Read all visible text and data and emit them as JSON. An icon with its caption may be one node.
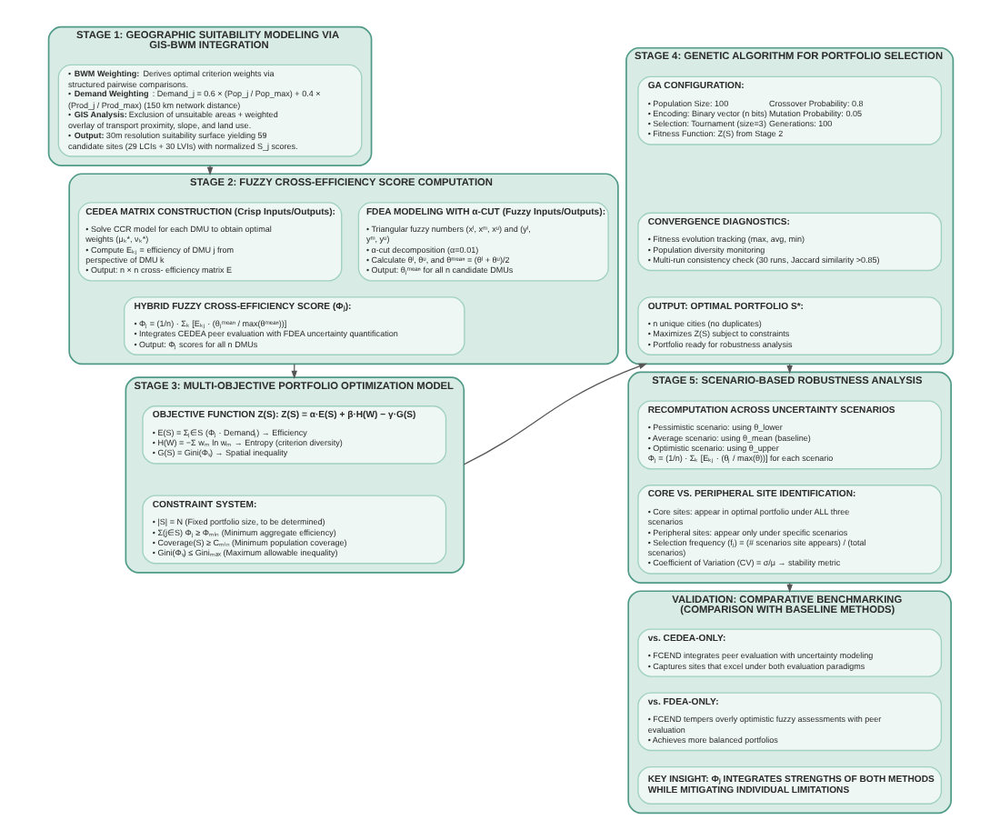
{
  "diagram": {
    "nodes": [
      {
        "text": [
          "STAGE 1: GEOGRAPHIC SUITABILITY MODELING VIA GIS-BWM INTEGRATION"
        ]
      },
      {
        "text": [
          "• **BWM Weighting:** Derives optimal criterion weights via structured pairwise comparisons.",
          "• **Demand Weighting**: Demand_j = 0.6 × (Pop_j / Pop_max) + 0.4 × (Prod_j / Prod_max) (150 km network distance)",
          "• **GIS Analysis:** Exclusion of unsuitable areas + weighted overlay of transport proximity, slope, and land use.",
          "• **Output:** 30m resolution suitability surface yielding 59 candidate sites (29 LCIs + 30 LVIs) with normalized S_j scores."
        ],
        "in": 0
      },
      {
        "text": [
          "STAGE 2: FUZZY CROSS-EFFICIENCY SCORE COMPUTATION"
        ]
      },
      {
        "text": [
          "CEDEA MATRIX CONSTRUCTION (Crisp Inputs/Outputs):",
          "• Solve CCR model for each DMU to obtain optimal weights (μₖ*, νₖ*)",
          "• Compute Eₖⱼ = efficiency of DMU j from perspective of DMU k",
          "• Output: n × n cross- efficiency matrix E"
        ],
        "in": 2
      },
      {
        "text": [
          "FDEA MODELING WITH α-CUT (Fuzzy Inputs/Outputs):",
          "• Triangular fuzzy numbers (xˡ, xᵐ, xᵘ) and (yˡ, yᵐ, yᵘ)",
          "• α-cut decomposition (α=0.01)",
          "• Calculate θˡ, θᵘ, and θᵐᵉᵃⁿ = (θˡ + θᵘ)/2",
          "• Output: θⱼᵐᵉᵃⁿ for all n candidate DMUs"
        ],
        "in": 2
      },
      {
        "text": [
          "HYBRID FUZZY CROSS-EFFICIENCY SCORE (Φⱼ):",
          "• Φⱼ = (1/n) · Σₖ [Eₖⱼ · (θⱼᵐᵉᵃⁿ / max(θᵐᵉᵃⁿ))]",
          "• Integrates CEDEA peer evaluation with FDEA uncertainty quantification",
          "• Output: Φⱼ scores for all n DMUs"
        ],
        "in": 2
      },
      {
        "text": [
          "STAGE 3: MULTI-OBJECTIVE PORTFOLIO OPTIMIZATION MODEL"
        ]
      },
      {
        "text": [
          "OBJECTIVE FUNCTION Z(S): Z(S) = α·E(S) + β·H(W) − γ·G(S)",
          "• E(S) = Σⱼ∈S (Φⱼ · Demandⱼ) → Efficiency",
          "• H(W) = −Σ wₘ ln wₘ → Entropy (criterion diversity)",
          "• G(S) = Gini(Φₛ) → Spatial inequality"
        ],
        "in": 6
      },
      {
        "text": [
          "CONSTRAINT SYSTEM:",
          "• |S| = N (Fixed portfolio size, to be determined)",
          "• Σ(j∈S) Φⱼ ≥ Φₘᵢₙ (Minimum aggregate efficiency)",
          "• Coverage(S) ≥ Cₘᵢₙ (Minimum population coverage)",
          "• Gini(Φₛ) ≤ Giniₘₐₓ (Maximum allowable inequality)"
        ],
        "in": 6
      },
      {
        "text": [
          "STAGE 4: GENETIC ALGORITHM FOR PORTFOLIO SELECTION"
        ]
      },
      {
        "text": [
          "GA CONFIGURATION:",
          "• Population Size: 100",
          "Crossover Probability: 0.8",
          "• Encoding: Binary vector (n bits)",
          "Mutation Probability: 0.05",
          "• Selection: Tournament (size=3)",
          "Generations: 100",
          "• Fitness Function: Z(S) from Stage 2"
        ],
        "in": 9
      },
      {
        "text": [
          "CONVERGENCE DIAGNOSTICS:",
          "• Fitness evolution tracking (max, avg, min)",
          "• Population diversity monitoring",
          "• Multi-run consistency check (30 runs, Jaccard similarity >0.85)"
        ],
        "in": 9
      },
      {
        "text": [
          "OUTPUT: OPTIMAL PORTFOLIO S*:",
          "• n unique cities (no duplicates)",
          "• Maximizes Z(S) subject to constraints",
          "• Portfolio ready for robustness analysis"
        ],
        "in": 9
      },
      {
        "text": [
          "STAGE 5: SCENARIO-BASED ROBUSTNESS ANALYSIS"
        ]
      },
      {
        "text": [
          "RECOMPUTATION ACROSS UNCERTAINTY SCENARIOS",
          "• Pessimistic scenario: using θ_lower",
          "• Average scenario: using θ_mean (baseline)",
          "• Optimistic scenario: using θ_upper",
          "Φⱼ = (1/n) · Σₖ [Eₖⱼ · (θⱼ / max(θ))] for each scenario"
        ],
        "in": 13
      },
      {
        "text": [
          "CORE VS. PERIPHERAL SITE IDENTIFICATION:",
          "• Core sites: appear in optimal portfolio under ALL three scenarios",
          "• Peripheral sites: appear only under specific scenarios",
          "• Selection frequency (fⱼ) = (# scenarios site appears) / (total scenarios)",
          "• Coefficient of Variation (CV) = σ/μ → stability metric"
        ],
        "in": 13
      },
      {
        "text": [
          "VALIDATION: COMPARATIVE BENCHMARKING (COMPARISON WITH BASELINE METHODS)"
        ]
      },
      {
        "text": [
          "vs. CEDEA-ONLY:",
          "• FCEND integrates peer evaluation with uncertainty modeling",
          "• Captures sites that excel under both evaluation paradigms"
        ],
        "in": 16
      },
      {
        "text": [
          "vs. FDEA-ONLY:",
          "• FCEND tempers overly optimistic fuzzy assessments with peer evaluation",
          "• Achieves more balanced portfolios"
        ],
        "in": 16
      },
      {
        "text": [
          "KEY INSIGHT: Φⱼ INTEGRATES STRENGTHS OF BOTH METHODS WHILE MITIGATING INDIVIDUAL LIMITATIONS"
        ],
        "in": 16
      }
    ],
    "edges": [
      {
        "from": 0,
        "to": 2,
        "arrow": "to"
      },
      {
        "from": 2,
        "to": 6,
        "arrow": "to"
      },
      {
        "from": 6,
        "to": 9,
        "arrow": "to"
      },
      {
        "from": 9,
        "to": 13,
        "arrow": "to"
      },
      {
        "from": 13,
        "to": 16,
        "arrow": "to"
      }
    ]
  }
}
